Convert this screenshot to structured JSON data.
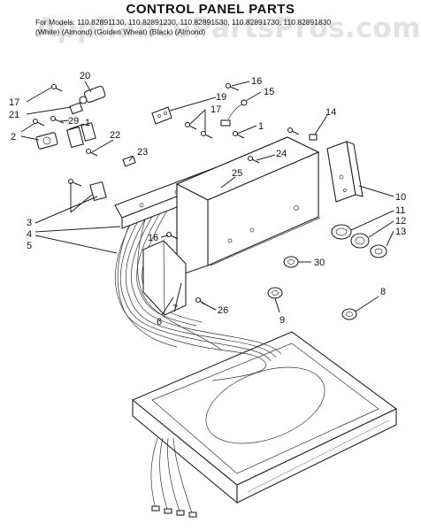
{
  "title": "CONTROL PANEL PARTS",
  "models_line1": "For Models: 110.82891130, 110.82891230, 110.82891530, 110.82891730, 110.82891830",
  "models_line2": "(White)        (Almond)        (Golden Wheat)       (Black)       (Almond)",
  "watermark": "AppliancePartsPros.com",
  "callouts": {
    "c1a": "1",
    "c1b": "1",
    "c2": "2",
    "c3": "3",
    "c4": "4",
    "c5": "5",
    "c6": "6",
    "c7": "7",
    "c8": "8",
    "c9": "9",
    "c10": "10",
    "c11": "11",
    "c12": "12",
    "c13": "13",
    "c14": "14",
    "c15": "15",
    "c16a": "16",
    "c16b": "16",
    "c17a": "17",
    "c17b": "17",
    "c19": "19",
    "c20": "20",
    "c21": "21",
    "c22": "22",
    "c23": "23",
    "c24": "24",
    "c25": "25",
    "c26": "26",
    "c29": "29",
    "c30": "30"
  }
}
